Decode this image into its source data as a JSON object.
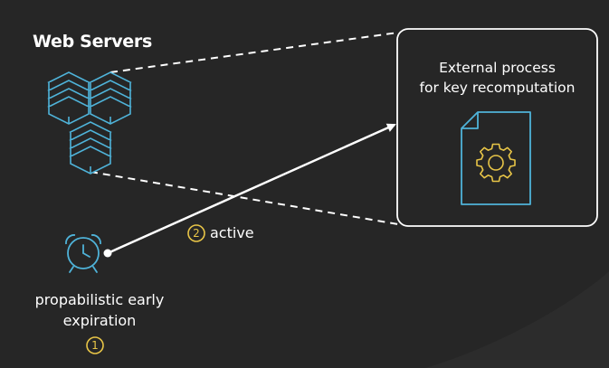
{
  "diagram": {
    "title": "Web Servers",
    "process_box": {
      "title_line1": "External process",
      "title_line2": "for key recomputation"
    },
    "arrow": {
      "step_number": "2",
      "label": "active"
    },
    "clock": {
      "label_line1": "propabilistic early",
      "label_line2": "expiration",
      "step_number": "1"
    },
    "icons": [
      "server-stack-icon",
      "file-gear-icon",
      "alarm-clock-icon"
    ],
    "colors": {
      "background": "#262626",
      "icon_stroke": "#4fb3d9",
      "badge": "#e8c547",
      "text": "#ffffff"
    }
  }
}
